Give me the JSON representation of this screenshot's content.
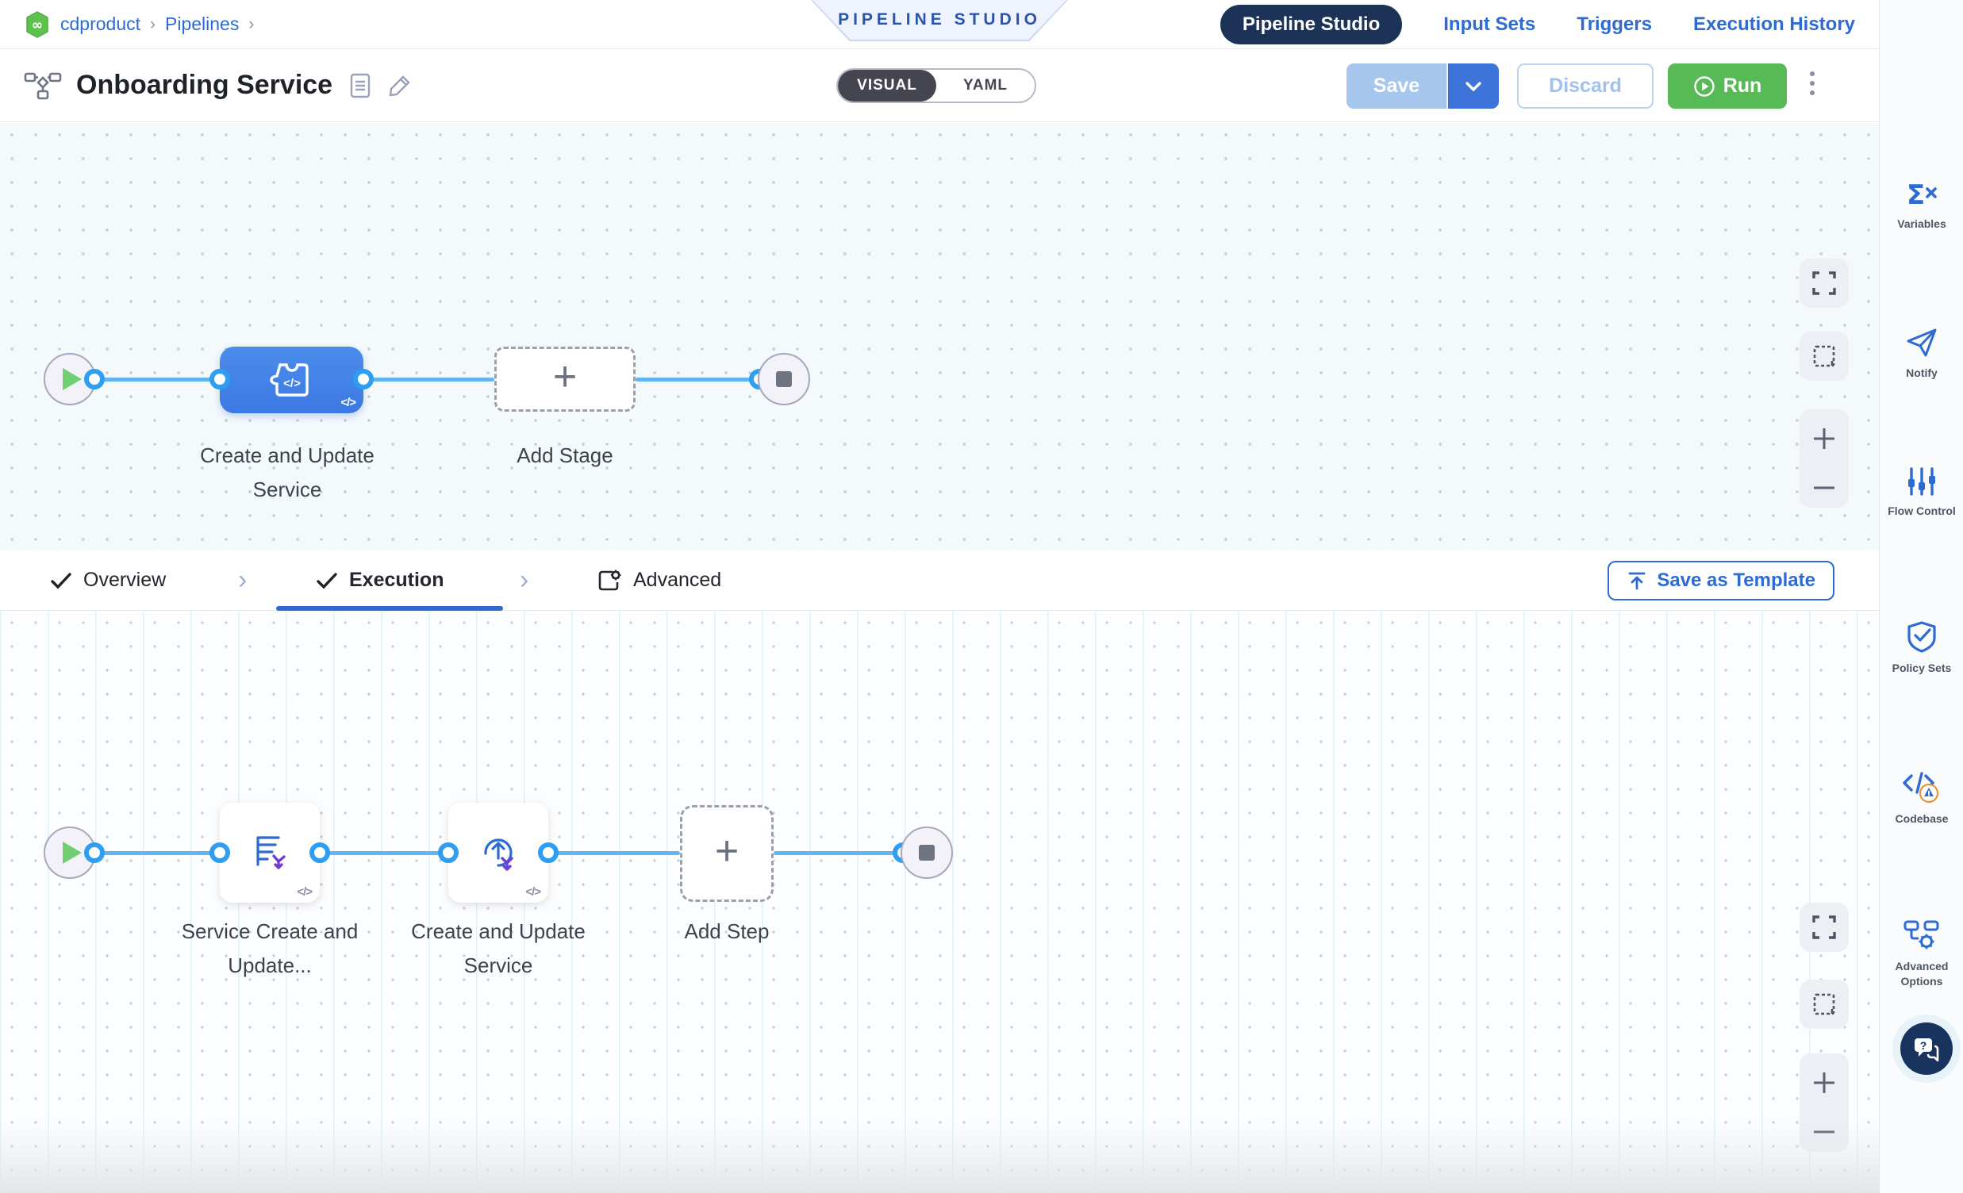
{
  "breadcrumb": {
    "project": "cdproduct",
    "section": "Pipelines"
  },
  "ribbon": {
    "label": "PIPELINE STUDIO"
  },
  "top_tabs": {
    "pipeline_studio": "Pipeline Studio",
    "input_sets": "Input Sets",
    "triggers": "Triggers",
    "execution_history": "Execution History"
  },
  "toolbar": {
    "title": "Onboarding Service",
    "visual_label": "VISUAL",
    "yaml_label": "YAML",
    "save_label": "Save",
    "discard_label": "Discard",
    "run_label": "Run"
  },
  "stage_canvas": {
    "stage_label": "Create and Update Service",
    "add_stage_label": "Add Stage",
    "code_badge": "</>"
  },
  "tabbar": {
    "overview": "Overview",
    "execution": "Execution",
    "advanced": "Advanced",
    "save_as_template": "Save as Template",
    "separator": "›"
  },
  "step_canvas": {
    "step1_label": "Service Create and Update...",
    "step2_label": "Create and Update Service",
    "add_step_label": "Add Step",
    "code_badge": "</>"
  },
  "sidebar": {
    "items": [
      {
        "label": "Variables"
      },
      {
        "label": "Notify"
      },
      {
        "label": "Flow Control"
      },
      {
        "label": "Policy Sets"
      },
      {
        "label": "Codebase"
      },
      {
        "label": "Advanced Options"
      }
    ]
  },
  "colors": {
    "primary_blue": "#2d6bd2",
    "navy_pill": "#1c3357",
    "run_green": "#58b957",
    "save_disabled_blue": "#a6c6ee",
    "canvas_line_blue": "#63b4f2",
    "stage_node_blue": "#3c79e3",
    "warning_orange": "#e8933c",
    "module_green": "#5fc24e"
  }
}
